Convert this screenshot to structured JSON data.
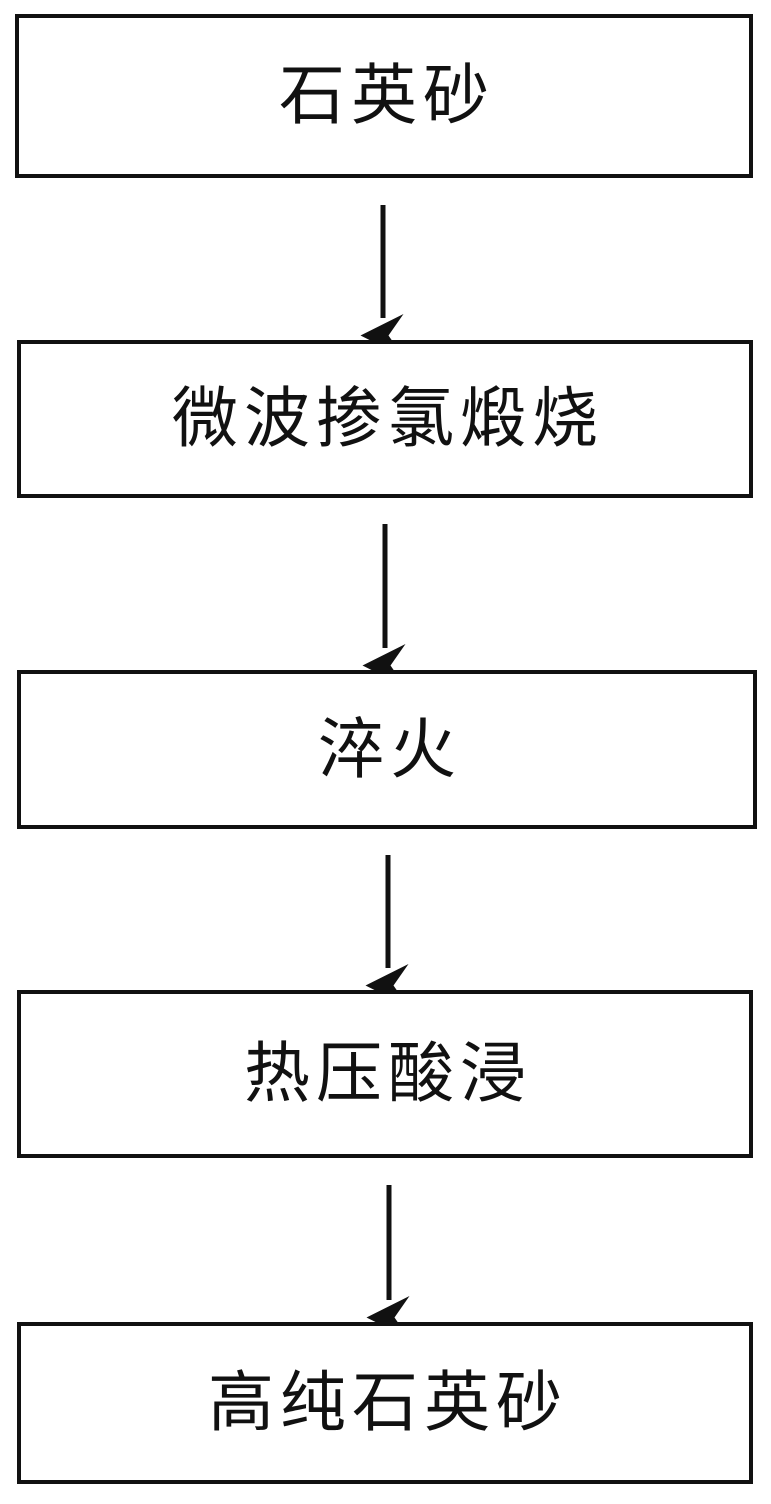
{
  "diagram": {
    "type": "flowchart",
    "orientation": "vertical",
    "title_visible": false,
    "colors": {
      "border": "#111111",
      "background": "#ffffff",
      "text": "#111111",
      "arrow": "#111111"
    },
    "nodes": [
      {
        "id": "node-0",
        "label": "石英砂",
        "shape": "rectangle",
        "order": 1
      },
      {
        "id": "node-1",
        "label": "微波掺氯煅烧",
        "shape": "rectangle",
        "order": 2
      },
      {
        "id": "node-2",
        "label": "淬火",
        "shape": "rectangle",
        "order": 3
      },
      {
        "id": "node-3",
        "label": "热压酸浸",
        "shape": "rectangle",
        "order": 4
      },
      {
        "id": "node-4",
        "label": "高纯石英砂",
        "shape": "rectangle",
        "order": 5
      }
    ],
    "edges": [
      {
        "id": "edge-0",
        "from": "node-0",
        "to": "node-1",
        "style": "solid",
        "arrowhead": "barbed",
        "label": ""
      },
      {
        "id": "edge-1",
        "from": "node-1",
        "to": "node-2",
        "style": "solid",
        "arrowhead": "barbed",
        "label": ""
      },
      {
        "id": "edge-2",
        "from": "node-2",
        "to": "node-3",
        "style": "solid",
        "arrowhead": "barbed",
        "label": ""
      },
      {
        "id": "edge-3",
        "from": "node-3",
        "to": "node-4",
        "style": "solid",
        "arrowhead": "barbed",
        "label": ""
      }
    ]
  }
}
